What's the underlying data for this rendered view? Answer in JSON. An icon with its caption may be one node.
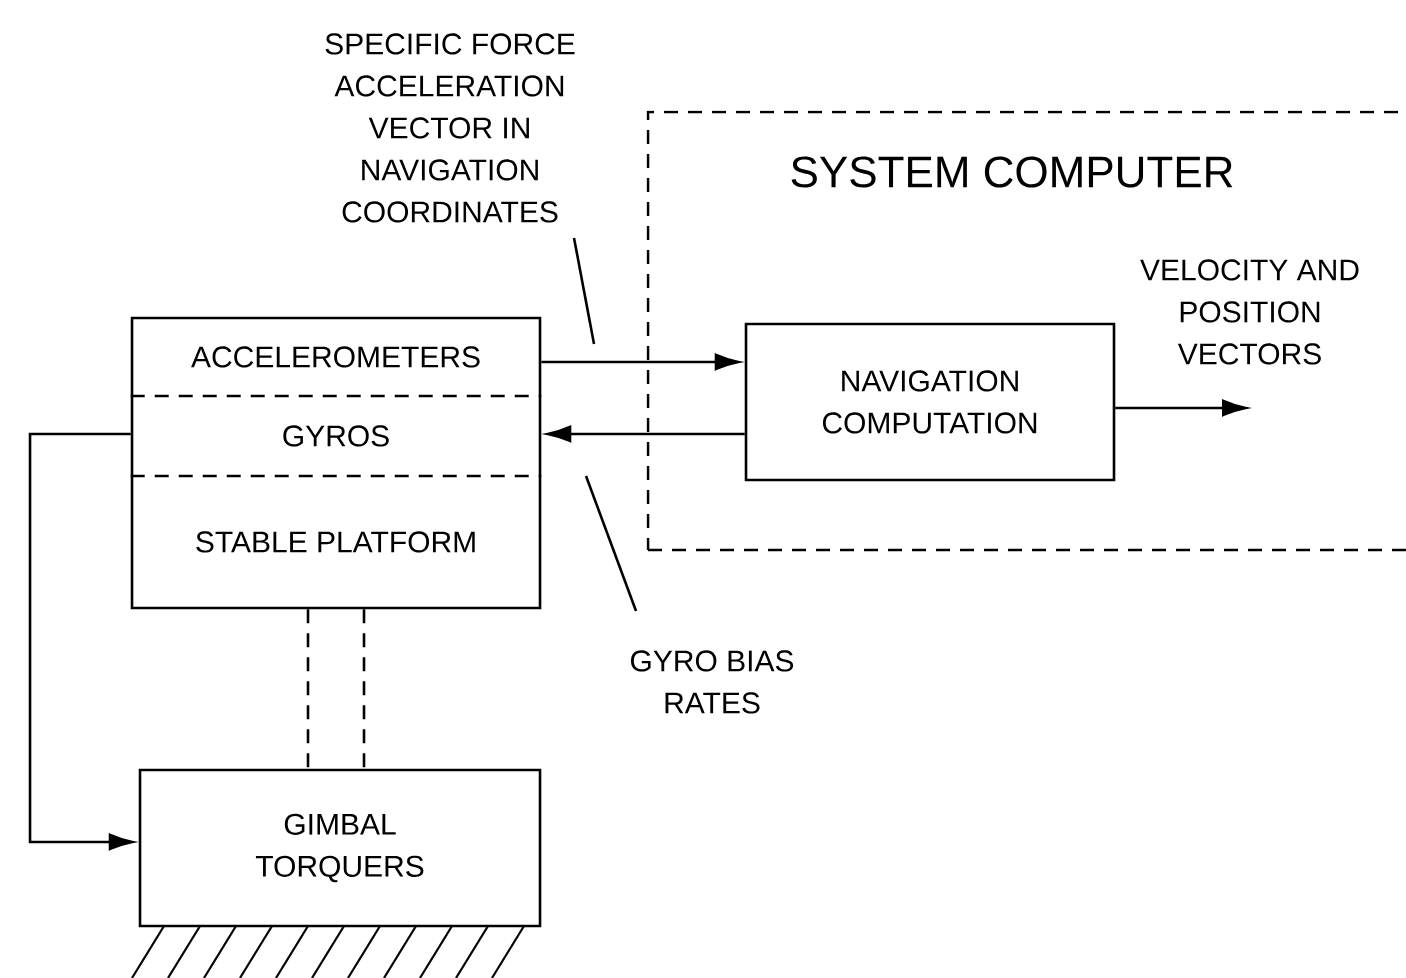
{
  "diagram": {
    "nodes": [
      {
        "text": [
          "SYSTEM COMPUTER"
        ]
      },
      {
        "text": [
          "ACCELEROMETERS",
          "GYROS",
          "STABLE PLATFORM"
        ]
      },
      {
        "text": [
          "NAVIGATION COMPUTATION"
        ],
        "in": 0
      },
      {
        "text": [
          "GIMBAL TORQUERS"
        ]
      },
      {
        "text": [
          "SPECIFIC FORCE ACCELERATION VECTOR IN NAVIGATION COORDINATES"
        ]
      },
      {
        "text": [
          "GYRO BIAS RATES"
        ]
      }
    ],
    "edges": [
      {
        "from": 1,
        "to": 2,
        "arrow": "to"
      },
      {
        "from": 2,
        "to": 1,
        "arrow": "to"
      },
      {
        "from": 2,
        "to": null,
        "arrow": "to",
        "label": "VELOCITY AND POSITION VECTORS"
      },
      {
        "from": 1,
        "to": 3,
        "arrow": "to"
      },
      {
        "from": 1,
        "to": 3,
        "arrow": "none",
        "style": "dashed"
      },
      {
        "from": 1,
        "to": 3,
        "arrow": "none",
        "style": "dashed"
      },
      {
        "from": 4,
        "to": null,
        "arrow": "none"
      },
      {
        "from": 5,
        "to": null,
        "arrow": "none"
      }
    ]
  }
}
